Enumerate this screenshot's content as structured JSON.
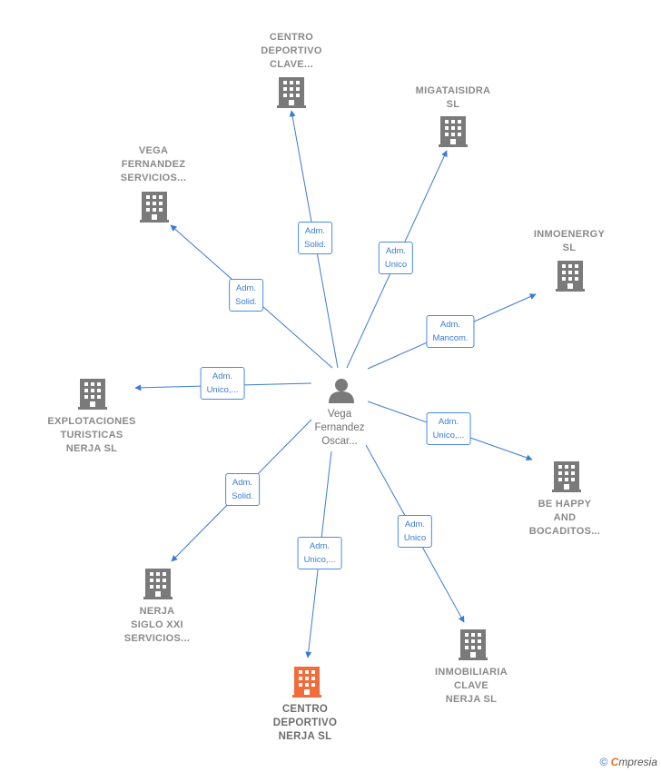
{
  "center": {
    "name": "Vega\nFernandez\nOscar..."
  },
  "nodes": [
    {
      "id": "centro-deportivo-clave",
      "label": "CENTRO\nDEPORTIVO\nCLAVE...",
      "color": "#7a7a7a"
    },
    {
      "id": "migataisidra",
      "label": "MIGATAISIDRA\nSL",
      "color": "#7a7a7a"
    },
    {
      "id": "vega-fernandez-servicios",
      "label": "VEGA\nFERNANDEZ\nSERVICIOS...",
      "color": "#7a7a7a"
    },
    {
      "id": "inmoenergy",
      "label": "INMOENERGY\nSL",
      "color": "#7a7a7a"
    },
    {
      "id": "explotaciones-turisticas",
      "label": "EXPLOTACIONES\nTURISTICAS\nNERJA SL",
      "color": "#7a7a7a"
    },
    {
      "id": "be-happy",
      "label": "BE HAPPY\nAND\nBOCADITOS...",
      "color": "#7a7a7a"
    },
    {
      "id": "nerja-siglo-xxi",
      "label": "NERJA\nSIGLO XXI\nSERVICIOS...",
      "color": "#7a7a7a"
    },
    {
      "id": "inmobiliaria-clave",
      "label": "INMOBILIARIA\nCLAVE\nNERJA SL",
      "color": "#7a7a7a"
    },
    {
      "id": "centro-deportivo-nerja",
      "label": "CENTRO\nDEPORTIVO\nNERJA SL",
      "color": "#f26b3a",
      "highlight": true
    }
  ],
  "edges": [
    {
      "target": "centro-deportivo-clave",
      "label": "Adm.\nSolid."
    },
    {
      "target": "migataisidra",
      "label": "Adm.\nUnico"
    },
    {
      "target": "vega-fernandez-servicios",
      "label": "Adm.\nSolid."
    },
    {
      "target": "inmoenergy",
      "label": "Adm.\nMancom."
    },
    {
      "target": "explotaciones-turisticas",
      "label": "Adm.\nUnico,..."
    },
    {
      "target": "be-happy",
      "label": "Adm.\nUnico,..."
    },
    {
      "target": "nerja-siglo-xxi",
      "label": "Adm.\nSolid."
    },
    {
      "target": "inmobiliaria-clave",
      "label": "Adm.\nUnico"
    },
    {
      "target": "centro-deportivo-nerja",
      "label": "Adm.\nUnico,..."
    }
  ],
  "colors": {
    "edge": "#3a7bd5",
    "building": "#7a7a7a",
    "highlight": "#f26b3a",
    "person": "#7a7a7a"
  },
  "footer": {
    "copyright": "©",
    "brand_e": "C",
    "brand_rest": "mpresia"
  }
}
